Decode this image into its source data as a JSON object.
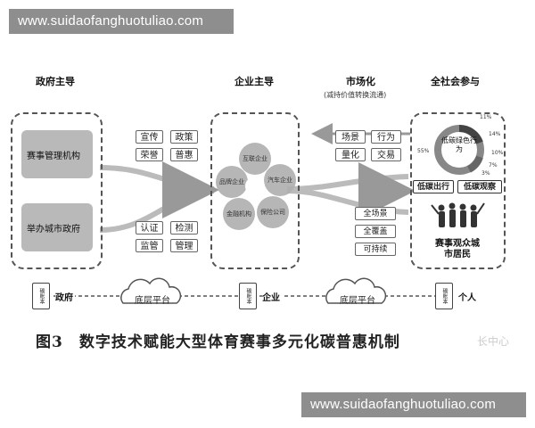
{
  "watermark": "www.suidaofanghuotuliao.com",
  "headers": {
    "government": "政府主导",
    "enterprise": "企业主导",
    "market": "市场化",
    "market_sub": "(减持价值转换流通)",
    "society": "全社会参与"
  },
  "government": {
    "box1": "赛事管理机构",
    "box2": "举办城市政府",
    "tags_top": [
      "宣传",
      "政策",
      "荣誉",
      "普惠"
    ],
    "tags_bottom": [
      "认证",
      "检测",
      "监管",
      "管理"
    ]
  },
  "enterprise": {
    "petals": [
      "互联企业",
      "汽车企业",
      "保险公司",
      "金融机构",
      "品牌企业"
    ]
  },
  "market": {
    "tags_top": [
      "场景",
      "行为",
      "量化",
      "交易"
    ],
    "tags_bottom": [
      "全场景",
      "全覆盖",
      "可持续"
    ]
  },
  "society": {
    "donut_label": "低碳绿色行为",
    "percents": [
      "11%",
      "14%",
      "10%",
      "7%",
      "3%",
      "55%"
    ],
    "btn1": "低碳出行",
    "btn2": "低碳观察",
    "audience": "赛事观众城市居民"
  },
  "bottom_row": {
    "ledger_text": "碳账本",
    "gov": "政府",
    "ent": "企业",
    "person": "个人",
    "platform": "底层平台"
  },
  "caption": "图3　数字技术赋能大型体育赛事多元化碳普惠机制",
  "caption_watermark": "长中心"
}
